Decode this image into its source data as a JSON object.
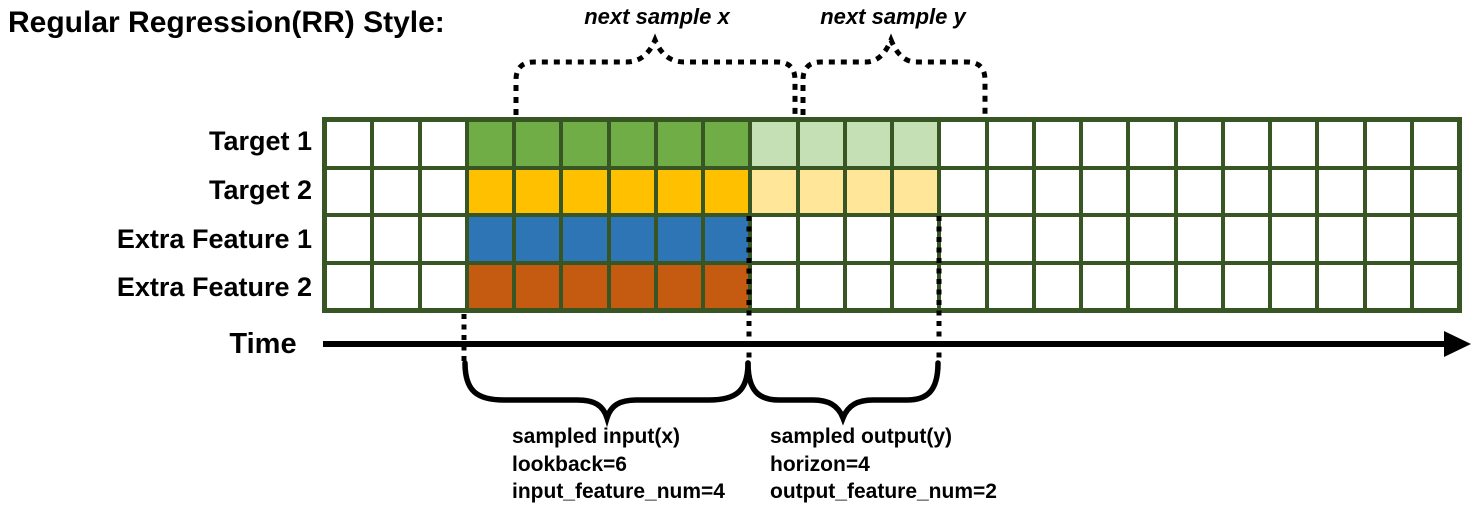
{
  "title": "Regular Regression(RR) Style:",
  "annotations": {
    "next_sample_x": "next sample x",
    "next_sample_y": "next sample y"
  },
  "time_axis": {
    "label": "Time"
  },
  "grid": {
    "columns": 24,
    "input_start_col": 3,
    "lookback": 6,
    "horizon": 4,
    "rows": [
      {
        "label": "Target 1",
        "input_color": "green",
        "output_color": "light_green"
      },
      {
        "label": "Target 2",
        "input_color": "yellow",
        "output_color": "light_yellow"
      },
      {
        "label": "Extra Feature 1",
        "input_color": "blue"
      },
      {
        "label": "Extra Feature 2",
        "input_color": "orange"
      }
    ]
  },
  "input_note": {
    "line1": "sampled input(x)",
    "line2": "lookback=6",
    "line3": "input_feature_num=4"
  },
  "output_note": {
    "line1": "sampled output(y)",
    "line2": "horizon=4",
    "line3": "output_feature_num=2"
  },
  "colors": {
    "ink": "#000000",
    "grid_border": "#375623",
    "green": "#70AD47",
    "light_green": "#C5E0B4",
    "yellow": "#FFC000",
    "light_yellow": "#FFE699",
    "blue": "#2E75B6",
    "orange": "#C55A11"
  }
}
